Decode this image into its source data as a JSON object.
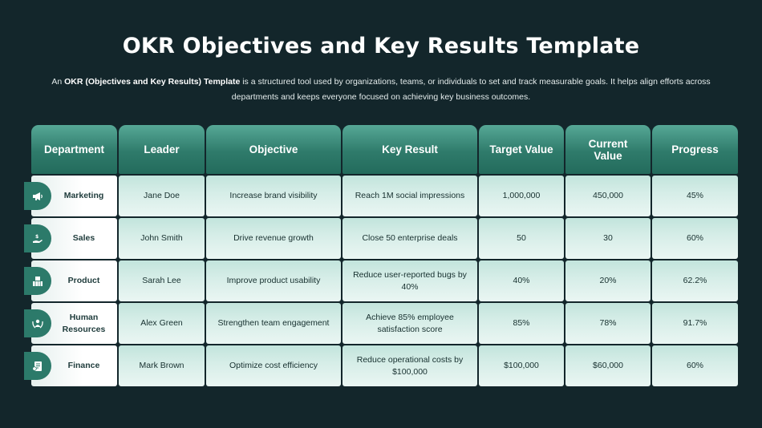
{
  "page": {
    "title": "OKR Objectives and Key Results Template",
    "intro_prefix": "An ",
    "intro_bold": "OKR (Objectives and Key Results) Template",
    "intro_rest": " is a structured tool used by organizations, teams, or individuals to set and track measurable goals. It helps align efforts across departments and keeps everyone focused on achieving key business outcomes."
  },
  "colors": {
    "background": "#13262b",
    "header_teal": "#2f7b6b",
    "row_mint": "#d5ede7",
    "icon_teal": "#2c7a6a"
  },
  "table": {
    "headers": [
      "Department",
      "Leader",
      "Objective",
      "Key Result",
      "Target Value",
      "Current Value",
      "Progress"
    ],
    "rows": [
      {
        "icon": "megaphone-icon",
        "department": "Marketing",
        "leader": "Jane Doe",
        "objective": "Increase brand visibility",
        "key_result": "Reach 1M social impressions",
        "target": "1,000,000",
        "current": "450,000",
        "progress": "45%"
      },
      {
        "icon": "money-hand-icon",
        "department": "Sales",
        "leader": "John Smith",
        "objective": "Drive revenue growth",
        "key_result": "Close 50 enterprise deals",
        "target": "50",
        "current": "30",
        "progress": "60%"
      },
      {
        "icon": "boxes-icon",
        "department": "Product",
        "leader": "Sarah Lee",
        "objective": "Improve product usability",
        "key_result": "Reduce user-reported bugs by 40%",
        "target": "40%",
        "current": "20%",
        "progress": "62.2%"
      },
      {
        "icon": "people-icon",
        "department": "Human Resources",
        "leader": "Alex Green",
        "objective": "Strengthen team engagement",
        "key_result": "Achieve 85% employee satisfaction score",
        "target": "85%",
        "current": "78%",
        "progress": "91.7%"
      },
      {
        "icon": "invoice-icon",
        "department": "Finance",
        "leader": "Mark Brown",
        "objective": "Optimize cost efficiency",
        "key_result": "Reduce operational costs by $100,000",
        "target": "$100,000",
        "current": "$60,000",
        "progress": "60%"
      }
    ]
  }
}
